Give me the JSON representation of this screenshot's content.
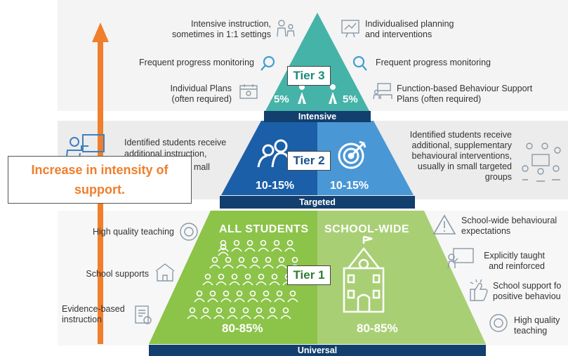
{
  "pyramid": {
    "tier3": {
      "label": "Tier 3",
      "band": "Intensive",
      "left_pct": "5%",
      "right_pct": "5%"
    },
    "tier2": {
      "label": "Tier 2",
      "band": "Targeted",
      "left_pct": "10-15%",
      "right_pct": "10-15%"
    },
    "tier1": {
      "label": "Tier 1",
      "band": "Universal",
      "left_pct": "80-85%",
      "right_pct": "80-85%",
      "left_caption": "ALL STUDENTS",
      "right_caption": "SCHOOL-WIDE"
    }
  },
  "left": {
    "t3_1": "Intensive instruction, sometimes in 1:1 settings",
    "t3_2": "Frequent progress monitoring",
    "t3_3": "Individual Plans (often required)",
    "t2_1a": "Identified students receive",
    "t2_1b": "additional instruction,",
    "t2_1c": "mall",
    "t1_1": "High quality teaching",
    "t1_2": "School supports",
    "t1_3": "Evidence-based instruction"
  },
  "right": {
    "t3_1": "Individualised planning and interventions",
    "t3_2": "Frequent progress monitoring",
    "t3_3": "Function-based Behaviour Support Plans (often required)",
    "t2_1": "Identified students receive additional, supplementary behavioural interventions, usually in small targeted groups",
    "t1_1": "School-wide behavioural expectations",
    "t1_2": "Explicitly taught and reinforced",
    "t1_3": "School support fo positive behaviou",
    "t1_4": "High quality teaching"
  },
  "callout": "Increase in intensity of support.",
  "colors": {
    "tier3": "#45b3a8",
    "tier2_left": "#1b5fa8",
    "tier2_right": "#4a97d6",
    "tier1_left": "#8cc349",
    "tier1_right": "#a9cf75",
    "band": "#123f6e",
    "arrow": "#f07e2a",
    "tier1_text": "#2e7d32",
    "tier2_text": "#1a4f8a",
    "tier3_text": "#1a8a7c"
  }
}
